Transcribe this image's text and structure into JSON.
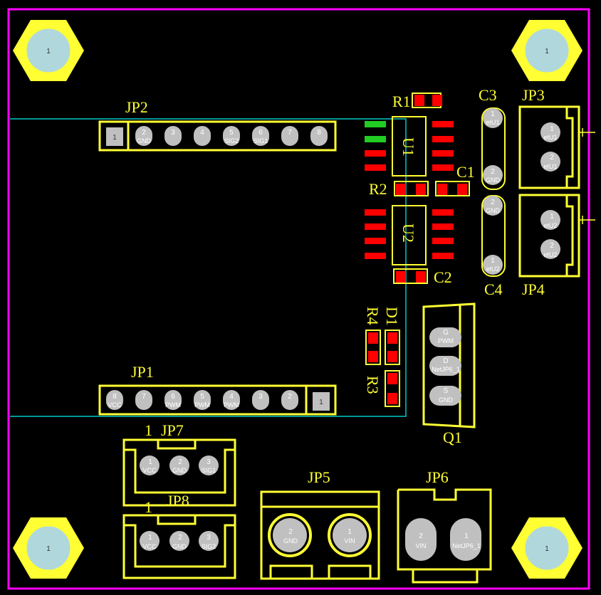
{
  "colors": {
    "background": "#000000",
    "board_outline": "#ff00ff",
    "silkscreen": "#ffff33",
    "pad_copper": "#ff0000",
    "pad_green": "#22cc22",
    "through_hole": "#c0c0c0",
    "trace": "#00c8c8",
    "hole_inner": "#b0d8dc"
  },
  "mounting_holes": [
    {
      "id": "mh-top-left",
      "pin": "1"
    },
    {
      "id": "mh-top-right",
      "pin": "1"
    },
    {
      "id": "mh-bottom-left",
      "pin": "1"
    },
    {
      "id": "mh-bottom-right",
      "pin": "1"
    }
  ],
  "components": {
    "JP2": {
      "ref": "JP2",
      "pins": [
        {
          "num": "1",
          "net": ""
        },
        {
          "num": "2",
          "net": "GND"
        },
        {
          "num": "3",
          "net": ""
        },
        {
          "num": "4",
          "net": ""
        },
        {
          "num": "5",
          "net": "SIG2"
        },
        {
          "num": "6",
          "net": "SIG1"
        },
        {
          "num": "7",
          "net": ""
        },
        {
          "num": "8",
          "net": ""
        }
      ]
    },
    "JP1": {
      "ref": "JP1",
      "pins": [
        {
          "num": "8",
          "net": "VCC"
        },
        {
          "num": "7",
          "net": ""
        },
        {
          "num": "6",
          "net": "PWM"
        },
        {
          "num": "5",
          "net": "PWM"
        },
        {
          "num": "4",
          "net": "PWM"
        },
        {
          "num": "3",
          "net": ""
        },
        {
          "num": "2",
          "net": ""
        },
        {
          "num": "1",
          "net": ""
        }
      ]
    },
    "JP3": {
      "ref": "JP3",
      "pins": [
        {
          "num": "1",
          "net": "etU1"
        },
        {
          "num": "2",
          "net": "etU1"
        }
      ]
    },
    "JP4": {
      "ref": "JP4",
      "pins": [
        {
          "num": "1",
          "net": "etU2"
        },
        {
          "num": "2",
          "net": "etU2"
        }
      ]
    },
    "C3": {
      "ref": "C3",
      "pins": [
        {
          "num": "1",
          "net": "etU1"
        },
        {
          "num": "2",
          "net": "GND"
        }
      ]
    },
    "C4": {
      "ref": "C4",
      "pins": [
        {
          "num": "2",
          "net": "GND"
        },
        {
          "num": "1",
          "net": "etU2"
        }
      ]
    },
    "JP7": {
      "ref": "JP7",
      "pin1_mark": "1",
      "pins": [
        {
          "num": "1",
          "net": "VCC"
        },
        {
          "num": "2",
          "net": "GND"
        },
        {
          "num": "3",
          "net": "SIG1"
        }
      ]
    },
    "JP8": {
      "ref": "JP8",
      "pin1_mark": "1",
      "pins": [
        {
          "num": "1",
          "net": "VCC"
        },
        {
          "num": "2",
          "net": "GND"
        },
        {
          "num": "3",
          "net": "SIG2"
        }
      ]
    },
    "JP5": {
      "ref": "JP5",
      "pins": [
        {
          "num": "2",
          "net": "GND"
        },
        {
          "num": "1",
          "net": "VIN"
        }
      ]
    },
    "JP6": {
      "ref": "JP6",
      "pins": [
        {
          "num": "2",
          "net": "VIN"
        },
        {
          "num": "1",
          "net": "NetJP6_1"
        }
      ]
    },
    "Q1": {
      "ref": "Q1",
      "pins": [
        {
          "num": "G",
          "net": "PWM"
        },
        {
          "num": "D",
          "net": "NetJP6_1"
        },
        {
          "num": "S",
          "net": "GND"
        }
      ]
    },
    "U1": {
      "ref": "U1"
    },
    "U2": {
      "ref": "U2"
    },
    "R1": {
      "ref": "R1"
    },
    "R2": {
      "ref": "R2"
    },
    "R3": {
      "ref": "R3"
    },
    "R4": {
      "ref": "R4"
    },
    "C1": {
      "ref": "C1"
    },
    "C2": {
      "ref": "C2"
    },
    "D1": {
      "ref": "D1"
    }
  }
}
